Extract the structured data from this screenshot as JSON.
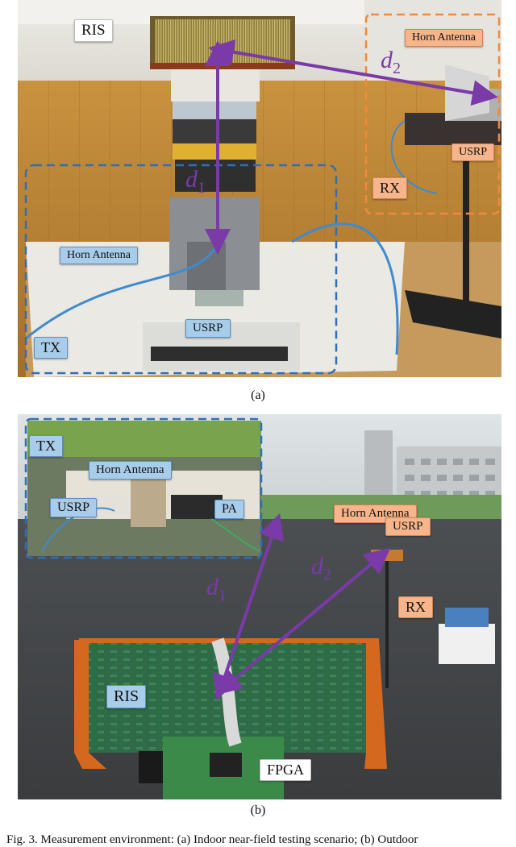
{
  "panel_a": {
    "caption": "(a)",
    "labels": {
      "ris": "RIS",
      "horn_antenna_rx": "Horn Antenna",
      "usrp_rx": "USRP",
      "rx": "RX",
      "horn_antenna_tx": "Horn Antenna",
      "usrp_tx": "USRP",
      "tx": "TX"
    },
    "distances": {
      "d1_symbol": "d",
      "d1_index": "1",
      "d2_symbol": "d",
      "d2_index": "2"
    }
  },
  "panel_b": {
    "caption": "(b)",
    "labels": {
      "tx": "TX",
      "horn_antenna_tx": "Horn Antenna",
      "usrp_tx": "USRP",
      "pa": "PA",
      "horn_antenna_rx": "Horn Antenna",
      "usrp_rx": "USRP",
      "rx": "RX",
      "ris": "RIS",
      "fpga": "FPGA"
    },
    "distances": {
      "d1_symbol": "d",
      "d1_index": "1",
      "d2_symbol": "d",
      "d2_index": "2"
    }
  },
  "figure_caption": "Fig. 3.  Measurement environment: (a) Indoor near-field testing scenario; (b) Outdoor",
  "colors": {
    "arrow": "#7a3aa8",
    "tx_box": "#2f6fb8",
    "rx_box": "#f08a3c",
    "label_blue": "#a8cdea",
    "label_orange": "#f6b58a"
  }
}
